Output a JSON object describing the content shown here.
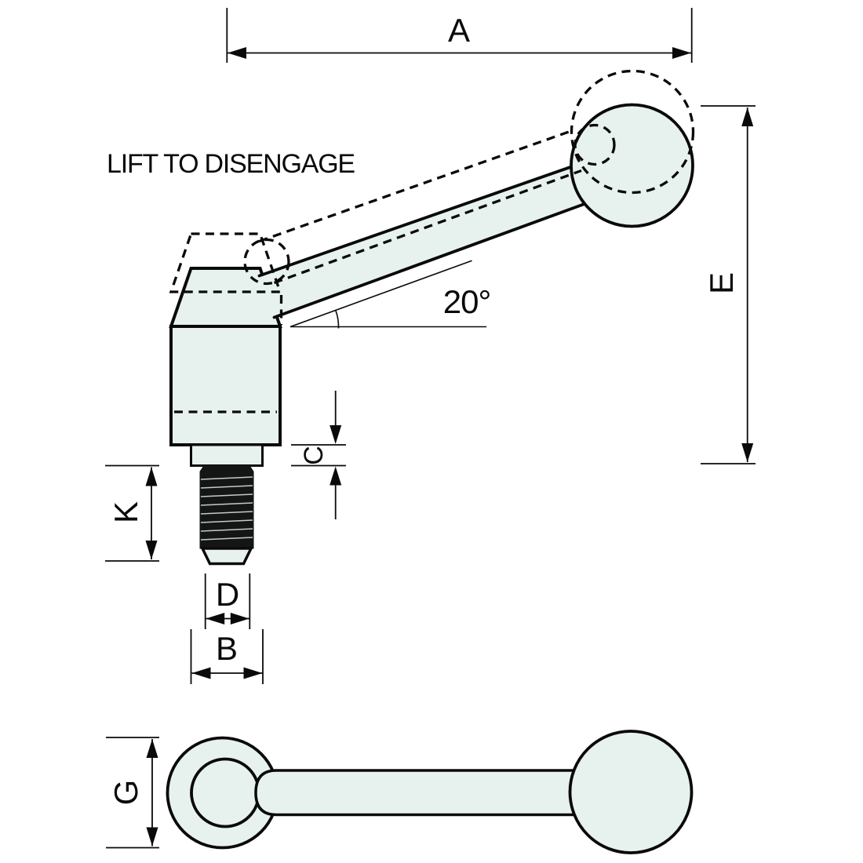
{
  "annotations": {
    "lift_note": "LIFT TO DISENGAGE",
    "angle_label": "20°"
  },
  "dimensions": {
    "a": "A",
    "b": "B",
    "c": "C",
    "d": "D",
    "e": "E",
    "g": "G",
    "k": "K"
  },
  "colors": {
    "part_fill": "#e7f2ee",
    "line": "#0a0a0a",
    "background": "#ffffff"
  }
}
